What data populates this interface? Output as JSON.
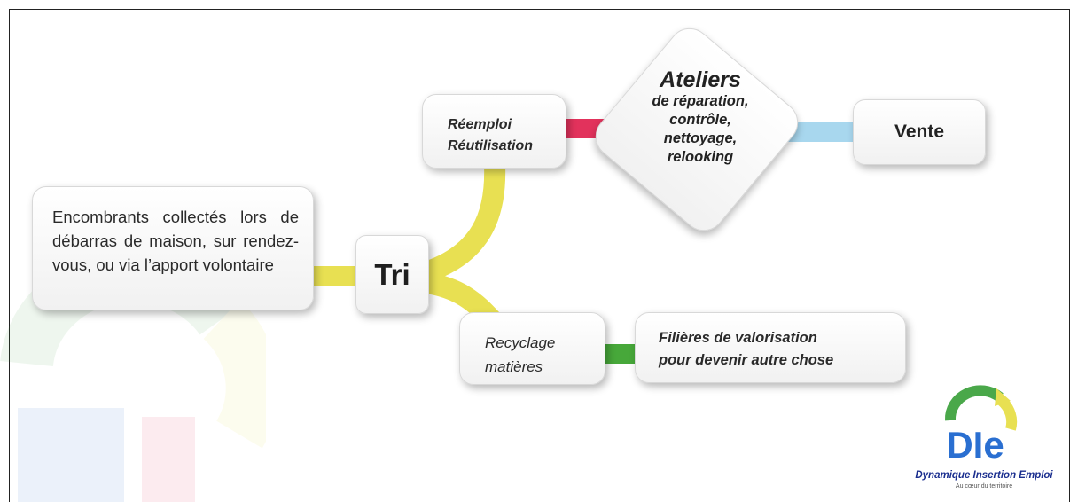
{
  "colors": {
    "trunk_yellow": "#e8e052",
    "reuse_red": "#e2325c",
    "sale_blue": "#a8d7ee",
    "recycle_green": "#47a83a",
    "logo_blue": "#1b2f8f"
  },
  "source": {
    "text": "Encombrants collectés lors de débarras de maison, sur rendez-vous, ou via l’apport volontaire"
  },
  "sort": {
    "label": "Tri"
  },
  "reuse": {
    "line1": "Réemploi",
    "line2": "Réutilisation"
  },
  "workshops": {
    "title": "Ateliers",
    "detail": "de réparation,\ncontrôle,\nnettoyage,\nrelooking"
  },
  "sale": {
    "label": "Vente"
  },
  "recycling": {
    "line1": "Recyclage",
    "line2": "matières"
  },
  "pathways": {
    "line1": "Filières de valorisation",
    "line2": "pour devenir autre chose"
  },
  "logo": {
    "letters": "DIe",
    "name": "Dynamique Insertion Emploi",
    "tagline": "Au cœur du territoire"
  }
}
